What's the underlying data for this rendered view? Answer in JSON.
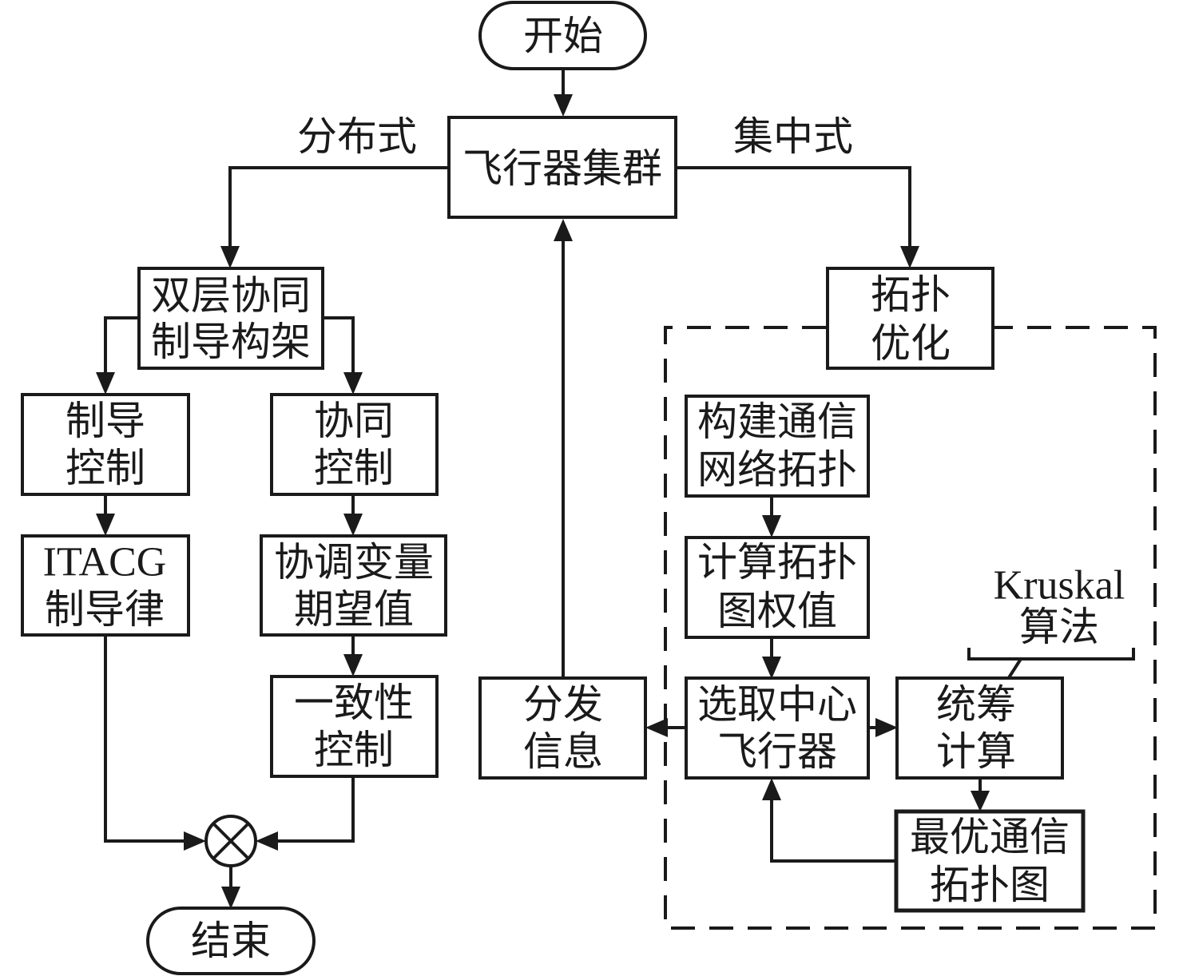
{
  "diagram": {
    "type": "flowchart",
    "colors": {
      "stroke": "#1a1a1a",
      "background": "#ffffff"
    },
    "nodes": {
      "start": {
        "lines": [
          "开始"
        ],
        "shape": "terminator"
      },
      "swarm": {
        "lines": [
          "飞行器集群"
        ],
        "shape": "process"
      },
      "dual_layer": {
        "lines": [
          "双层协同",
          "制导构架"
        ],
        "shape": "process"
      },
      "guidance_control": {
        "lines": [
          "制导",
          "控制"
        ],
        "shape": "process"
      },
      "cooperative_control": {
        "lines": [
          "协同",
          "控制"
        ],
        "shape": "process"
      },
      "itacg": {
        "lines": [
          "ITACG",
          "制导律"
        ],
        "shape": "process"
      },
      "coordination_var": {
        "lines": [
          "协调变量",
          "期望值"
        ],
        "shape": "process"
      },
      "consensus": {
        "lines": [
          "一致性",
          "控制"
        ],
        "shape": "process"
      },
      "sum": {
        "symbol": "⊗",
        "shape": "junction"
      },
      "end": {
        "lines": [
          "结束"
        ],
        "shape": "terminator"
      },
      "topology_opt": {
        "lines": [
          "拓扑",
          "优化"
        ],
        "shape": "process"
      },
      "build_topology": {
        "lines": [
          "构建通信",
          "网络拓扑"
        ],
        "shape": "process"
      },
      "compute_weights": {
        "lines": [
          "计算拓扑",
          "图权值"
        ],
        "shape": "process"
      },
      "select_center": {
        "lines": [
          "选取中心",
          "飞行器"
        ],
        "shape": "process"
      },
      "global_compute": {
        "lines": [
          "统筹",
          "计算"
        ],
        "shape": "process"
      },
      "optimal_topology": {
        "lines": [
          "最优通信",
          "拓扑图"
        ],
        "shape": "process"
      },
      "distribute_info": {
        "lines": [
          "分发",
          "信息"
        ],
        "shape": "process"
      }
    },
    "edge_labels": {
      "distributed": "分布式",
      "centralized": "集中式"
    },
    "annotation": {
      "lines": [
        "Kruskal",
        "算法"
      ],
      "attached_to": "global_compute"
    },
    "edges": [
      [
        "start",
        "swarm"
      ],
      [
        "swarm",
        "dual_layer",
        "分布式"
      ],
      [
        "swarm",
        "topology_opt",
        "集中式"
      ],
      [
        "dual_layer",
        "guidance_control"
      ],
      [
        "dual_layer",
        "cooperative_control"
      ],
      [
        "guidance_control",
        "itacg"
      ],
      [
        "cooperative_control",
        "coordination_var"
      ],
      [
        "coordination_var",
        "consensus"
      ],
      [
        "itacg",
        "sum"
      ],
      [
        "consensus",
        "sum"
      ],
      [
        "sum",
        "end"
      ],
      [
        "build_topology",
        "compute_weights"
      ],
      [
        "compute_weights",
        "select_center"
      ],
      [
        "select_center",
        "global_compute"
      ],
      [
        "global_compute",
        "optimal_topology"
      ],
      [
        "optimal_topology",
        "select_center"
      ],
      [
        "select_center",
        "distribute_info"
      ],
      [
        "distribute_info",
        "swarm"
      ]
    ]
  }
}
